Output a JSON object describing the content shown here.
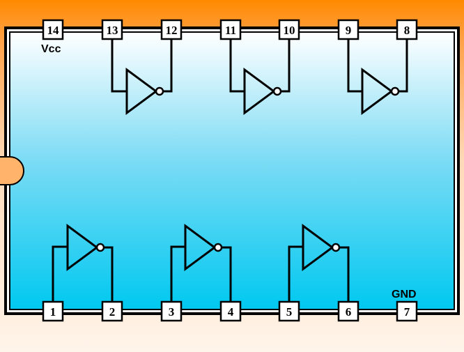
{
  "chip": {
    "vcc_label": "Vcc",
    "gnd_label": "GND",
    "colors": {
      "background_top": "#ff8a00",
      "body_top": "#ffffff",
      "body_bottom": "#00c8f0",
      "notch": "#ffb36b"
    },
    "pins_top": [
      "14",
      "13",
      "12",
      "11",
      "10",
      "9",
      "8"
    ],
    "pins_bottom": [
      "1",
      "2",
      "3",
      "4",
      "5",
      "6",
      "7"
    ]
  }
}
